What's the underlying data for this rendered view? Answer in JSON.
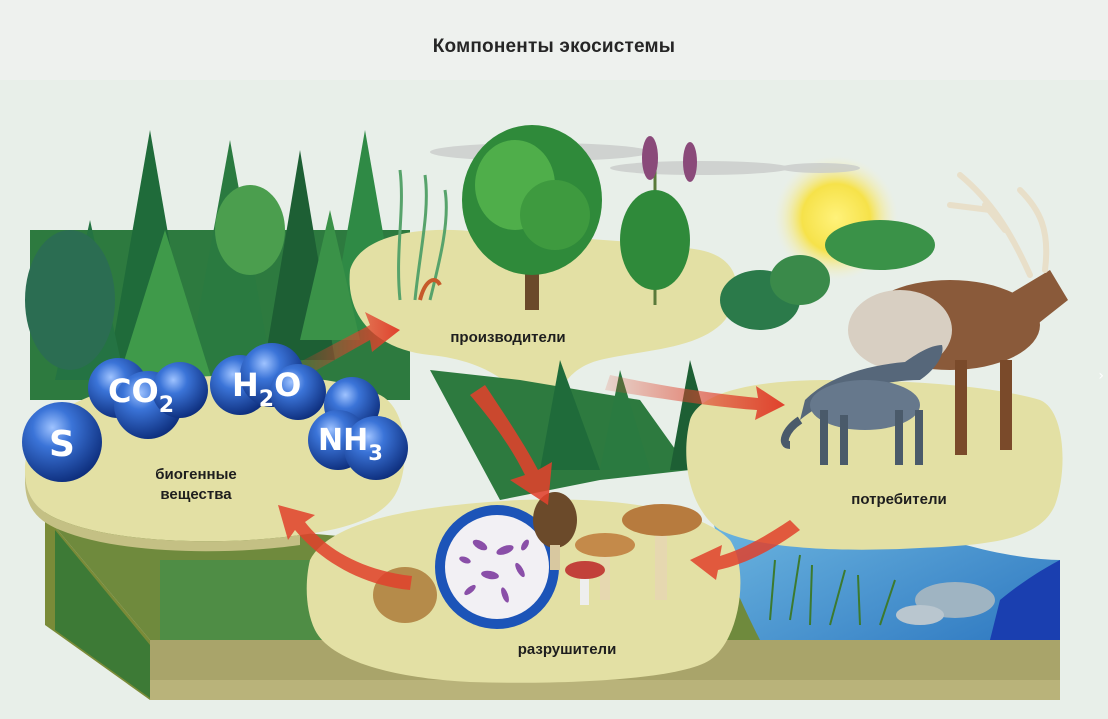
{
  "title": "Компоненты экосистемы",
  "labels": {
    "biogenic": [
      "биогенные",
      "вещества"
    ],
    "producers": "производители",
    "consumers": "потребители",
    "decomposers": "разрушители"
  },
  "molecules": {
    "s": "S",
    "co2": {
      "base": "CO",
      "sub": "2"
    },
    "h2o": {
      "a": "H",
      "sub": "2",
      "b": "O"
    },
    "nh3": {
      "base": "NH",
      "sub": "3"
    }
  },
  "nav": {
    "next_icon": "chevron-right-icon",
    "glyph": "›"
  },
  "colors": {
    "platform_top": "#e3e0a4",
    "platform_side": "#a9a46a",
    "arrow": "#e0412c",
    "molecule": "#1c54b8",
    "water": "#2f7fc4",
    "forest_dark": "#1f6b3a",
    "forest_light": "#3f9a4a"
  }
}
